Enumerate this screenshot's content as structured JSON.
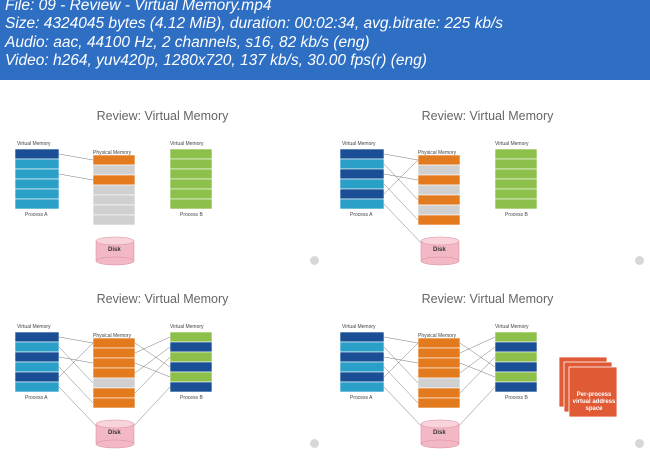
{
  "header": {
    "file_line": "File: 09 - Review - Virtual Memory.mp4",
    "size_line": "Size: 4324045 bytes (4.12 MiB), duration: 00:02:34, avg.bitrate: 225 kb/s",
    "audio_line": "Audio: aac, 44100 Hz, 2 channels, s16, 82 kb/s (eng)",
    "video_line": "Video: h264, yuv420p, 1280x720, 137 kb/s, 30.00 fps(r) (eng)",
    "background_color": "#2e6fc4"
  },
  "thumbnails": [
    {
      "title": "Review: Virtual Memory",
      "virtual_memory_label": "Virtual Memory",
      "physical_memory_label": "Physical Memory",
      "right_virtual_memory_label": "Virtual Memory",
      "process_a_label": "Process A",
      "process_b_label": "Process B",
      "disk_label": "Disk"
    },
    {
      "title": "Review: Virtual Memory",
      "virtual_memory_label": "Virtual Memory",
      "physical_memory_label": "Physical Memory",
      "right_virtual_memory_label": "Virtual Memory",
      "process_a_label": "Process A",
      "process_b_label": "Process B",
      "disk_label": "Disk"
    },
    {
      "title": "Review: Virtual Memory",
      "virtual_memory_label": "Virtual Memory",
      "physical_memory_label": "Physical Memory",
      "right_virtual_memory_label": "Virtual Memory",
      "process_a_label": "Process A",
      "process_b_label": "Process B",
      "disk_label": "Disk"
    },
    {
      "title": "Review: Virtual Memory",
      "virtual_memory_label": "Virtual Memory",
      "physical_memory_label": "Physical Memory",
      "right_virtual_memory_label": "Virtual Memory",
      "process_a_label": "Process A",
      "process_b_label": "Process B",
      "disk_label": "Disk",
      "per_process_label": "Per-process virtual address space"
    }
  ],
  "colors": {
    "virtual_memory_cyan": "#2a9fc7",
    "virtual_memory_dark_blue": "#1a4f96",
    "physical_memory_orange": "#e47a1e",
    "physical_memory_gray": "#d0d0d0",
    "process_b_green": "#8cc04a",
    "disk_pink": "#f3b8c5",
    "per_process_red": "#e05a35"
  }
}
